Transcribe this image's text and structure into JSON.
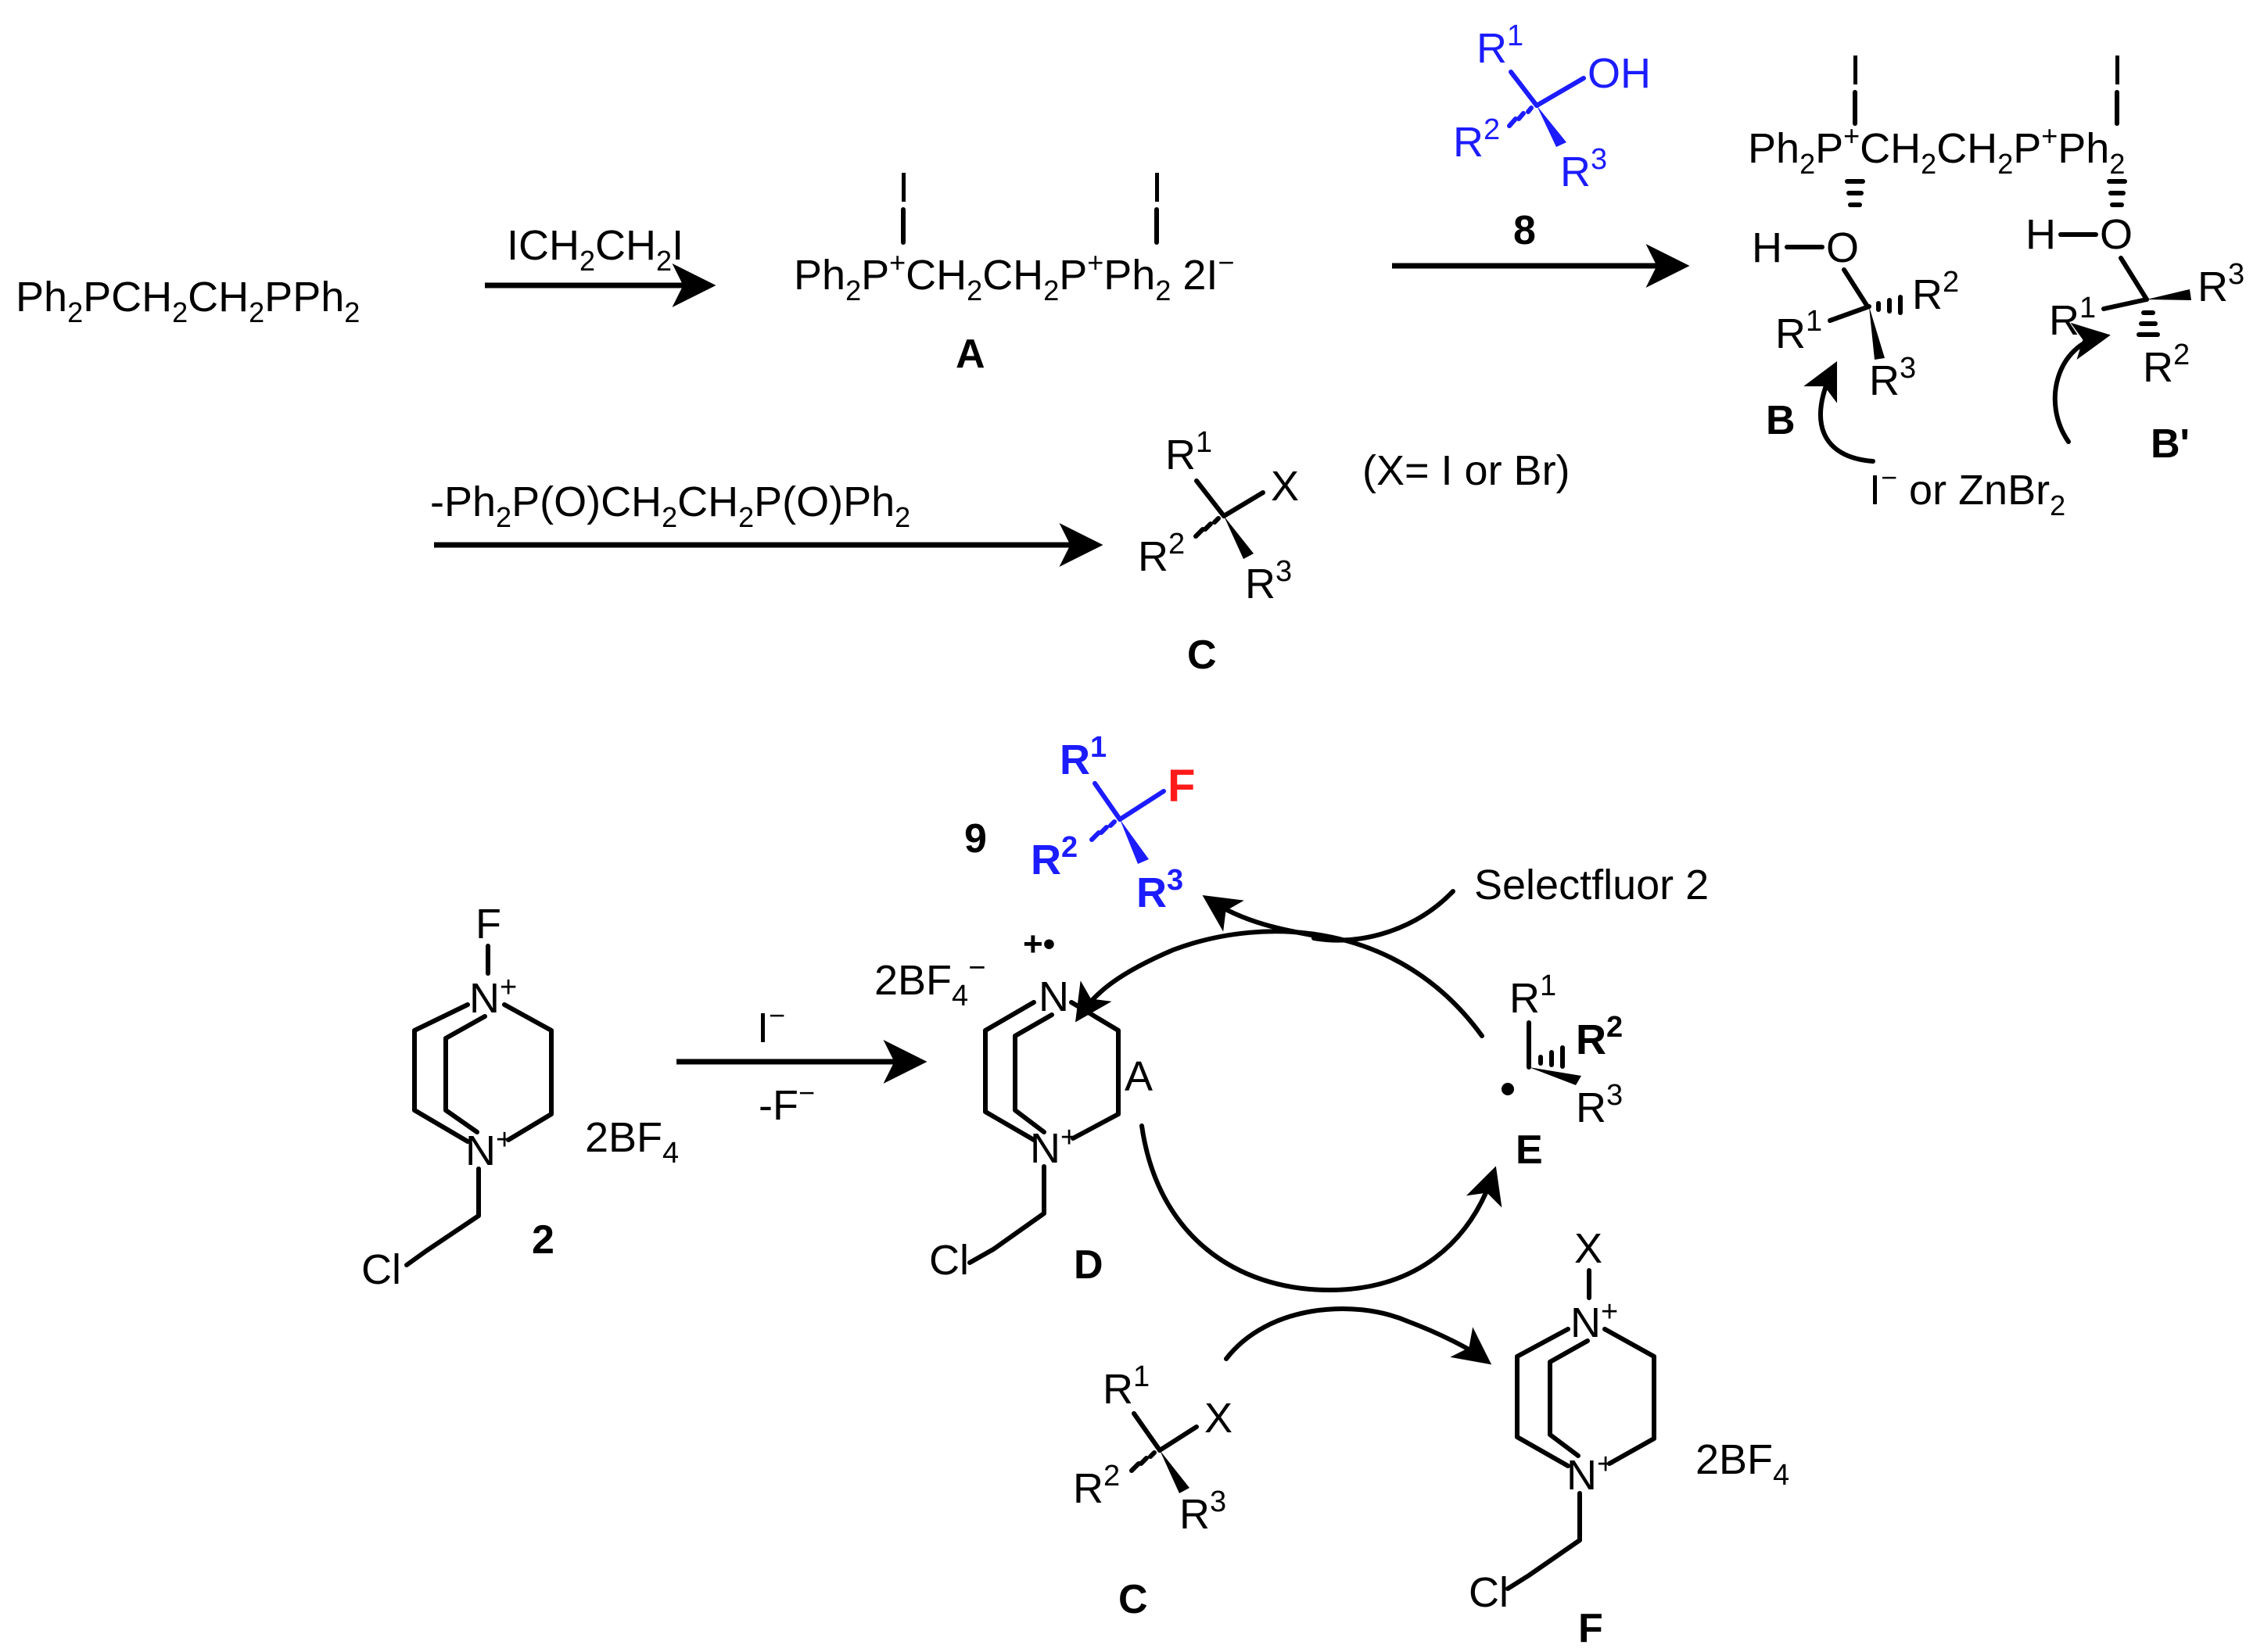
{
  "top_scheme": {
    "start": {
      "main": "Ph",
      "s1": "2",
      "m2": "PCH",
      "s2": "2",
      "m3": "CH",
      "s3": "2",
      "m4": "PPh",
      "s4": "2"
    },
    "reagent1": {
      "a": "ICH",
      "s1": "2",
      "b": "CH",
      "s2": "2",
      "c": "I"
    },
    "A": {
      "iodo1": "I",
      "iodo2": "I",
      "formula": {
        "a": "Ph",
        "s1": "2",
        "b": "P",
        "c1": "+",
        "d": "CH",
        "s2": "2",
        "e": "CH",
        "s3": "2",
        "f": "P",
        "c2": "+",
        "g": "Ph",
        "s4": "2",
        "h": " 2I",
        "c3": "−"
      },
      "label": "A"
    },
    "reagent8": {
      "R1": "R",
      "R1s": "1",
      "OH": "OH",
      "R2": "R",
      "R2s": "2",
      "R3": "R",
      "R3s": "3",
      "label": "8"
    },
    "B_pair": {
      "iodo1": "I",
      "iodo2": "I",
      "formula": {
        "a": "Ph",
        "s1": "2",
        "b": "P",
        "c1": "+",
        "d": "CH",
        "s2": "2",
        "e": "CH",
        "s3": "2",
        "f": "P",
        "c2": "+",
        "g": "Ph",
        "s4": "2"
      },
      "H1": "H",
      "O1": "O",
      "H2": "H",
      "O2": "O",
      "B": {
        "R1": "R",
        "R1s": "1",
        "R2": "R",
        "R2s": "2",
        "R3": "R",
        "R3s": "3",
        "label": "B"
      },
      "Bp": {
        "R1": "R",
        "R1s": "1",
        "R2": "R",
        "R2s": "2",
        "R3": "R",
        "R3s": "3",
        "label": "B'"
      },
      "nucleophile": {
        "a": "I",
        "c": "−",
        "b": " or ZnBr",
        "s": "2"
      }
    },
    "elimination": {
      "a": "-Ph",
      "s1": "2",
      "b": "P(O)CH",
      "s2": "2",
      "c": "CH",
      "s3": "2",
      "d": "P(O)Ph",
      "s4": "2"
    },
    "C_top": {
      "R1": "R",
      "R1s": "1",
      "X": "X",
      "R2": "R",
      "R2s": "2",
      "R3": "R",
      "R3s": "3",
      "label": "C"
    },
    "x_note": "(X= I or Br)"
  },
  "bottom_scheme": {
    "reagent2": {
      "F": "F",
      "Ntop": "N",
      "Ntop_c": "+",
      "Nbot": "N",
      "Nbot_c": "+",
      "Cl": "Cl",
      "salt": "2BF",
      "salt_s": "4",
      "label": "2"
    },
    "step_arrow": {
      "above": "I",
      "above_c": "−",
      "below": "-F",
      "below_c": "−"
    },
    "D": {
      "salt": "2BF",
      "salt_s": "4",
      "salt_c": "−",
      "radical": "+•",
      "Ntop": "N",
      "Nbot": "N",
      "Nbot_c": "+",
      "A": "A",
      "Cl": "Cl",
      "label": "D"
    },
    "product9": {
      "label": "9",
      "R1": "R",
      "R1s": "1",
      "F": "F",
      "R2": "R",
      "R2s": "2",
      "R3": "R",
      "R3s": "3"
    },
    "selectfluor": "Selectfluor 2",
    "E": {
      "R1": "R",
      "R1s": "1",
      "R2": "R",
      "R2s": "2",
      "R3": "R",
      "R3s": "3",
      "label": "E"
    },
    "C_bottom": {
      "R1": "R",
      "R1s": "1",
      "X": "X",
      "R2": "R",
      "R2s": "2",
      "R3": "R",
      "R3s": "3",
      "label": "C"
    },
    "F": {
      "X": "X",
      "Ntop": "N",
      "Ntop_c": "+",
      "Nbot": "N",
      "Nbot_c": "+",
      "Cl": "Cl",
      "salt": "2BF",
      "salt_s": "4",
      "label": "F"
    }
  },
  "colors": {
    "blue": "#1c1cff",
    "red": "#ff1a1a",
    "black": "#000000"
  }
}
